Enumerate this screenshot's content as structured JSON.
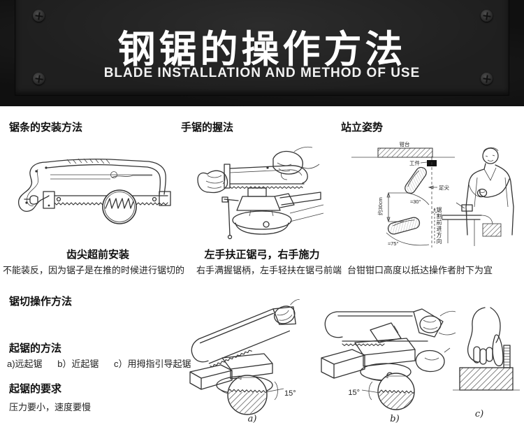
{
  "header": {
    "title": "钢锯的操作方法",
    "subtitle": "BLADE INSTALLATION AND METHOD OF USE"
  },
  "columns": {
    "install": {
      "title": "锯条的安装方法",
      "caption": "齿尖超前安装",
      "note": "不能装反，因为锯子是在推的时候进行锯切的"
    },
    "grip": {
      "title": "手锯的握法",
      "caption": "左手扶正锯弓，右手施力",
      "note": "右手满握锯柄，左手轻扶在锯弓前端"
    },
    "stance": {
      "title": "站立姿势",
      "note": "台钳钳口高度以抵达操作者肘下为宜",
      "diagram_labels": {
        "bench": "钳台",
        "workpiece": "工件",
        "foot": "足尖",
        "distance": "约30cm",
        "front_angle": "≈30°",
        "rear_angle": "≈75°",
        "direction": "锯割前进方向"
      }
    }
  },
  "operation": {
    "section_title": "锯切操作方法",
    "method_title": "起锯的方法",
    "method_items": [
      "a)远起锯",
      "b）近起锯",
      "c）用拇指引导起锯"
    ],
    "requirement_title": "起锯的要求",
    "requirement_note": "压力要小，速度要慢",
    "figures": {
      "a_label": "a)",
      "b_label": "b)",
      "c_label": "c)",
      "angle_a": "15°",
      "angle_b": "15°"
    }
  },
  "colors": {
    "header_bg": "#101010",
    "header_plate": "#1f1f1f",
    "title_color": "#ffffff",
    "line_color": "#333333"
  }
}
